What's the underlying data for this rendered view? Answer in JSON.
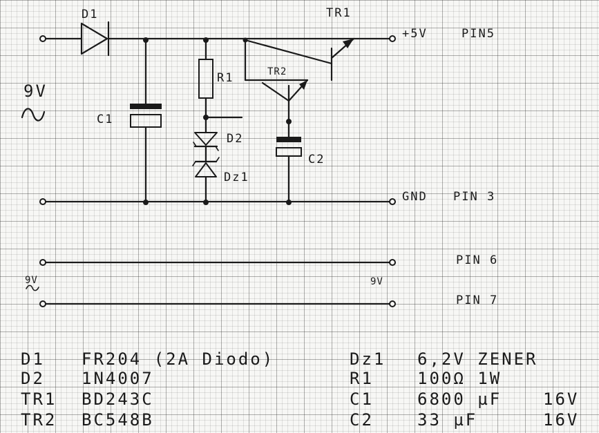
{
  "labels": {
    "d1": "D1",
    "tr1": "TR1",
    "tr2": "TR2",
    "r1": "R1",
    "c1": "C1",
    "c2": "C2",
    "d2": "D2",
    "dz1": "Dz1",
    "in_voltage": "9V",
    "out_5v": "+5V",
    "pin5": "PIN5",
    "gnd": "GND",
    "pin3": "PIN 3",
    "pin6": "PIN 6",
    "pin7": "PIN 7",
    "in2_voltage": "9V",
    "out_9v": "9V"
  },
  "parts": [
    {
      "ref": "D1",
      "value": "FR204 (2A Diodo)"
    },
    {
      "ref": "D2",
      "value": "1N4007"
    },
    {
      "ref": "TR1",
      "value": "BD243C"
    },
    {
      "ref": "TR2",
      "value": "BC548B"
    },
    {
      "ref": "Dz1",
      "value": "6,2V ZENER"
    },
    {
      "ref": "R1",
      "value": "100Ω 1W"
    },
    {
      "ref": "C1",
      "value": "6800 µF",
      "rating": "16V"
    },
    {
      "ref": "C2",
      "value": "33 µF",
      "rating": "16V"
    }
  ]
}
